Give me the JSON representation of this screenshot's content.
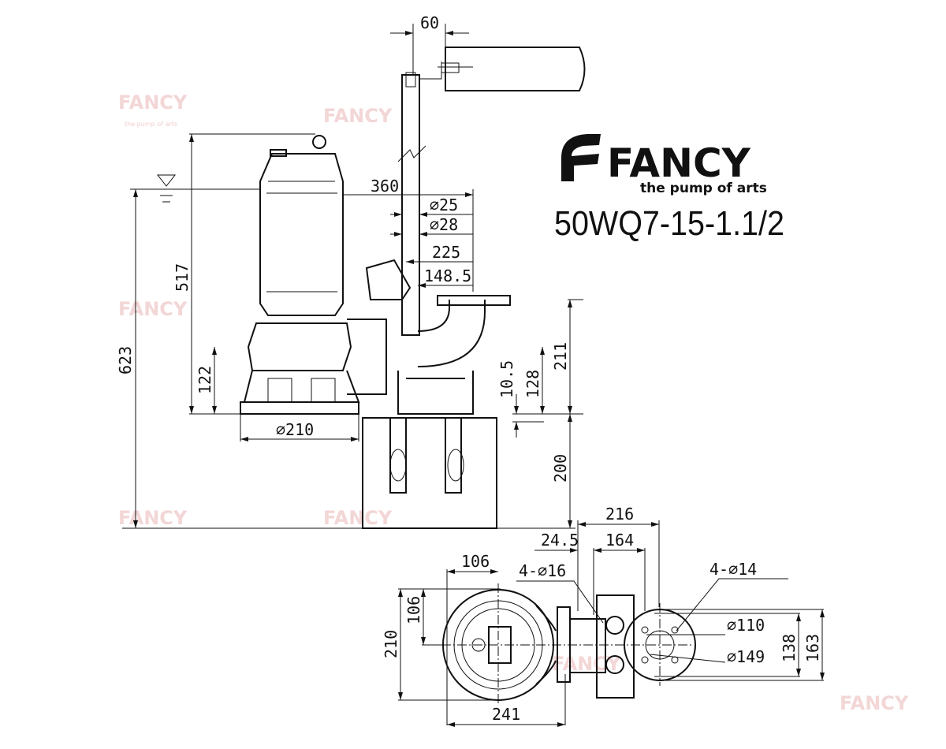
{
  "brand": {
    "name": "FANCY",
    "tagline": "the pump of arts",
    "model": "50WQ7-15-1.1/2"
  },
  "watermark": {
    "text": "FANCY",
    "sub": "the pump of arts"
  },
  "dimensions": {
    "d60": "60",
    "d360": "360",
    "d_phi25": "⌀25",
    "d_phi28": "⌀28",
    "d225": "225",
    "d148_5": "148.5",
    "d517": "517",
    "d623": "623",
    "d122": "122",
    "d_phi210": "⌀210",
    "d10_5": "10.5",
    "d128": "128",
    "d211": "211",
    "d200": "200",
    "d216": "216",
    "d24_5": "24.5",
    "d164": "164",
    "d106_top": "106",
    "d4_phi16": "4-⌀16",
    "d4_phi14": "4-⌀14",
    "d210": "210",
    "d106_side": "106",
    "d241": "241",
    "d_phi110": "⌀110",
    "d_phi149": "⌀149",
    "d138": "138",
    "d163": "163"
  }
}
